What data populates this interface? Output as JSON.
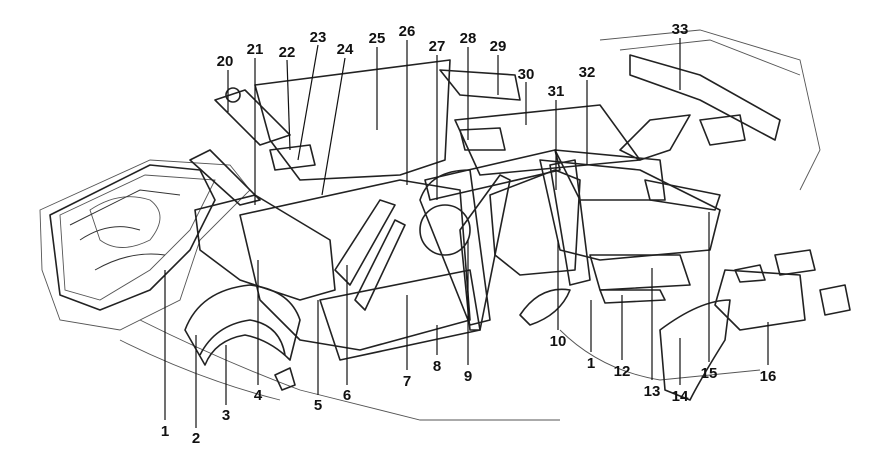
{
  "diagram": {
    "callouts": [
      {
        "id": "1",
        "label": "1"
      },
      {
        "id": "2",
        "label": "2"
      },
      {
        "id": "3",
        "label": "3"
      },
      {
        "id": "4",
        "label": "4"
      },
      {
        "id": "5",
        "label": "5"
      },
      {
        "id": "6",
        "label": "6"
      },
      {
        "id": "7",
        "label": "7"
      },
      {
        "id": "8",
        "label": "8"
      },
      {
        "id": "9",
        "label": "9"
      },
      {
        "id": "10",
        "label": "10"
      },
      {
        "id": "11",
        "label": "1"
      },
      {
        "id": "12",
        "label": "12"
      },
      {
        "id": "13",
        "label": "13"
      },
      {
        "id": "14",
        "label": "14"
      },
      {
        "id": "15",
        "label": "15"
      },
      {
        "id": "16",
        "label": "16"
      },
      {
        "id": "20",
        "label": "20"
      },
      {
        "id": "21",
        "label": "21"
      },
      {
        "id": "22",
        "label": "22"
      },
      {
        "id": "23",
        "label": "23"
      },
      {
        "id": "24",
        "label": "24"
      },
      {
        "id": "25",
        "label": "25"
      },
      {
        "id": "26",
        "label": "26"
      },
      {
        "id": "27",
        "label": "27"
      },
      {
        "id": "28",
        "label": "28"
      },
      {
        "id": "29",
        "label": "29"
      },
      {
        "id": "30",
        "label": "30"
      },
      {
        "id": "31",
        "label": "31"
      },
      {
        "id": "32",
        "label": "32"
      },
      {
        "id": "33",
        "label": "33"
      }
    ]
  }
}
